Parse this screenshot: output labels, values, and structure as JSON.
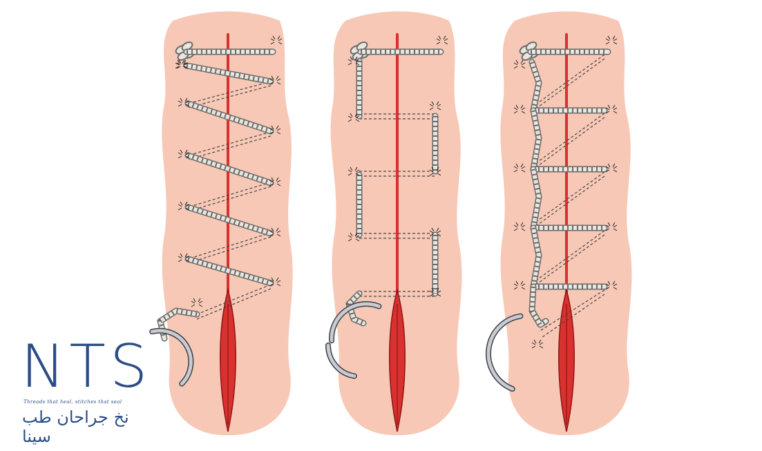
{
  "figure": {
    "panels": [
      {
        "id": "panel-1",
        "pattern": "continuous-oblique"
      },
      {
        "id": "panel-2",
        "pattern": "horizontal-mattress"
      },
      {
        "id": "panel-3",
        "pattern": "locking-continuous"
      }
    ]
  },
  "colors": {
    "skin": "#f7c8b6",
    "wound": "#d8312f",
    "wound_dark": "#8e1414",
    "thread": "#e9e6df",
    "thread_outline": "#6a6a6a",
    "needle": "#c8ccd2",
    "needle_outline": "#3c3f44",
    "brand": "#2b4c86"
  },
  "logo": {
    "mark": "NTS",
    "tagline": "Threads that heal, stitches that seal",
    "arabic": "نخ جراحان طب سینا"
  }
}
